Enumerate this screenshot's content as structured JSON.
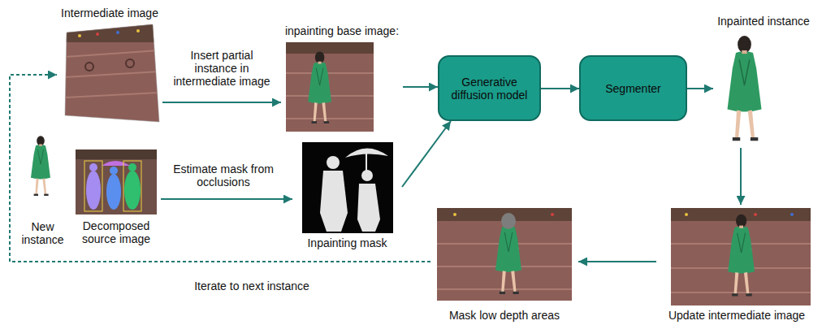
{
  "diagram": {
    "nodes": [
      {
        "text": [
          "Intermediate image"
        ]
      },
      {
        "text": [
          "inpainting base image:"
        ]
      },
      {
        "text": [
          "Generative diffusion model"
        ]
      },
      {
        "text": [
          "Segmenter"
        ]
      },
      {
        "text": [
          "Inpainted instance"
        ]
      },
      {
        "text": [
          "New instance"
        ]
      },
      {
        "text": [
          "Decomposed source image"
        ]
      },
      {
        "text": [
          "Inpainting mask"
        ]
      },
      {
        "text": [
          "Update intermediate image"
        ]
      },
      {
        "text": [
          "Mask low depth areas"
        ]
      }
    ],
    "edges": [
      {
        "from": 0,
        "to": 1,
        "label": "Insert partial instance in intermediate image",
        "arrow": "to"
      },
      {
        "from": 6,
        "to": 7,
        "label": "Estimate mask from occlusions",
        "arrow": "to"
      },
      {
        "from": 1,
        "to": 2,
        "arrow": "to"
      },
      {
        "from": 7,
        "to": 2,
        "arrow": "to"
      },
      {
        "from": 2,
        "to": 3,
        "arrow": "to"
      },
      {
        "from": 3,
        "to": 4,
        "arrow": "to"
      },
      {
        "from": 4,
        "to": 8,
        "arrow": "to"
      },
      {
        "from": 8,
        "to": 9,
        "arrow": "to"
      },
      {
        "from": 9,
        "to": 0,
        "label": "Iterate to next instance",
        "arrow": "to"
      }
    ]
  }
}
